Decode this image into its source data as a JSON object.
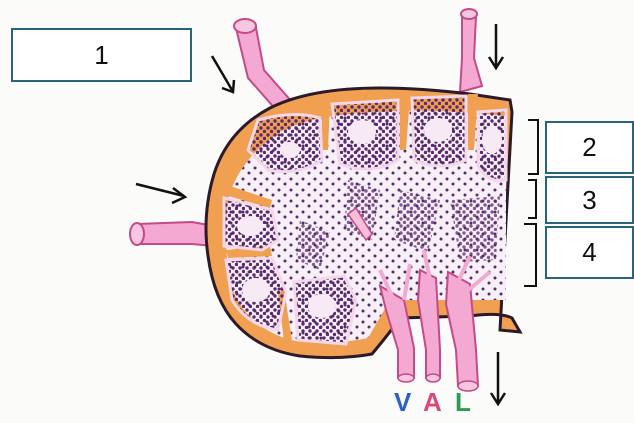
{
  "labels": {
    "box1": "1",
    "box2": "2",
    "box3": "3",
    "box4": "4"
  },
  "vessels": {
    "v": "V",
    "a": "A",
    "l": "L"
  },
  "colors": {
    "capsule": "#f0a050",
    "capsule_outline": "#2a1a2a",
    "lymphocyte": "#5a2a6e",
    "vessel": "#f4a9d2",
    "box_border": "#27657c",
    "vein_letter": "#2a62c9",
    "artery_letter": "#e0457b",
    "lymph_letter": "#2e9a55"
  }
}
